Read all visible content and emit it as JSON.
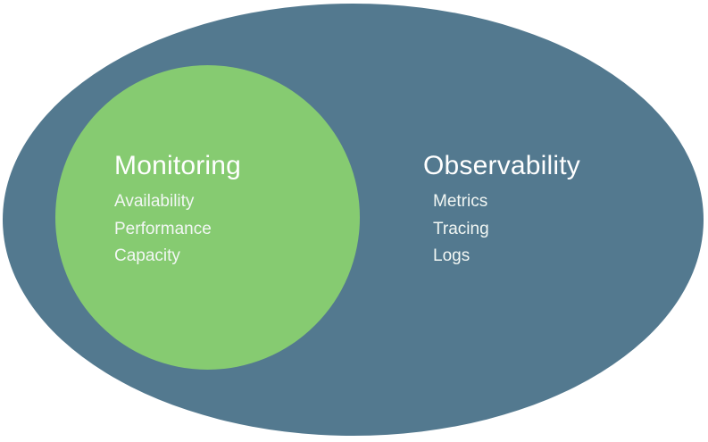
{
  "diagram": {
    "type": "venn-containment",
    "description": "Monitoring is a subset of Observability",
    "background_color": "#ffffff",
    "shapes": {
      "outer": {
        "name": "observability-ellipse",
        "shape": "ellipse",
        "color": "#53798f"
      },
      "inner": {
        "name": "monitoring-circle",
        "shape": "circle",
        "color": "#86cb71"
      }
    },
    "groups": [
      {
        "id": "monitoring",
        "title": "Monitoring",
        "text_color": "#ffffff",
        "items": [
          "Availability",
          "Performance",
          "Capacity"
        ]
      },
      {
        "id": "observability",
        "title": "Observability",
        "text_color": "#ffffff",
        "items": [
          "Metrics",
          "Tracing",
          "Logs"
        ]
      }
    ]
  }
}
